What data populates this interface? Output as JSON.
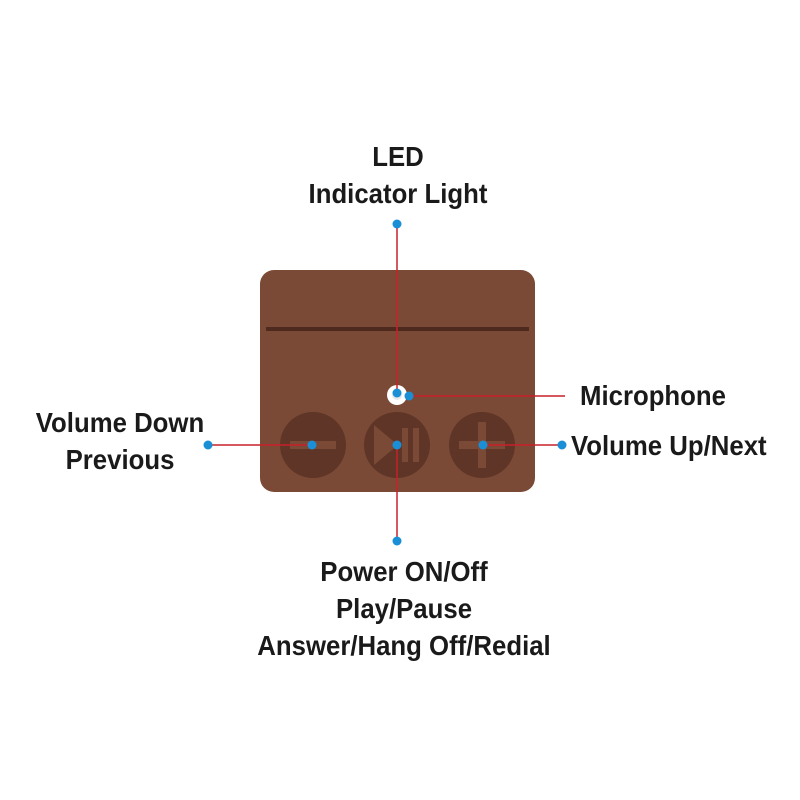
{
  "colors": {
    "device_body": "#7a4a36",
    "device_button": "#5e3526",
    "button_symbol": "#7a4a36",
    "leader_line": "#c8202a",
    "callout_dot": "#1b8fd6",
    "text": "#1a1a1a"
  },
  "callouts": {
    "led": {
      "line1": "LED",
      "line2": "Indicator Light"
    },
    "microphone": {
      "label": "Microphone"
    },
    "volume_down": {
      "line1": "Volume Down",
      "line2": "Previous"
    },
    "volume_up": {
      "label": "Volume Up/Next"
    },
    "power": {
      "line1": "Power ON/Off",
      "line2": "Play/Pause",
      "line3": "Answer/Hang Off/Redial"
    }
  },
  "buttons": [
    {
      "name": "volume-down-button",
      "symbol": "minus-icon"
    },
    {
      "name": "play-pause-button",
      "symbol": "play-pause-icon"
    },
    {
      "name": "volume-up-button",
      "symbol": "plus-icon"
    }
  ]
}
